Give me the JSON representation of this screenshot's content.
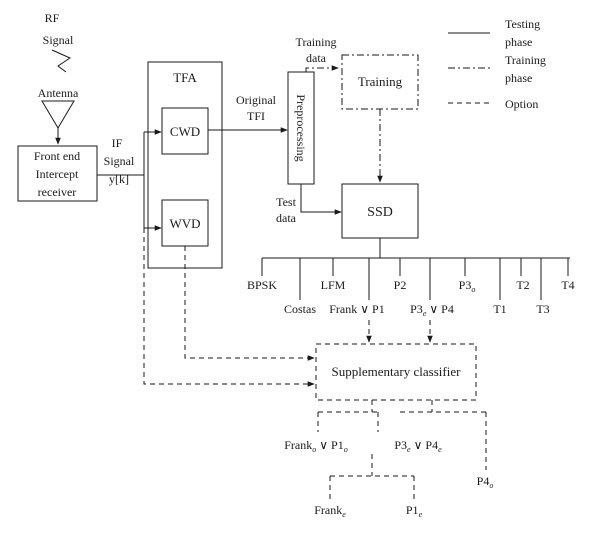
{
  "legend": {
    "testing": "Testing phase",
    "training": "Training phase",
    "option": "Option"
  },
  "input": {
    "rf_line1": "RF",
    "rf_line2": "Signal",
    "antenna": "Antenna",
    "frontend_line1": "Front end",
    "frontend_line2": "Intercept",
    "frontend_line3": "receiver",
    "if_line1": "IF",
    "if_line2": "Signal",
    "if_line3": "y[k]"
  },
  "tfa": {
    "title": "TFA",
    "cwd": "CWD",
    "wvd": "WVD"
  },
  "labels": {
    "original_line1": "Original",
    "original_line2": "TFI",
    "training_data_line1": "Training",
    "training_data_line2": "data",
    "test_data_line1": "Test",
    "test_data_line2": "data"
  },
  "preprocessing": "Preprocessing",
  "training": "Training",
  "ssd": "SSD",
  "classes": {
    "bpsk": "BPSK",
    "costas": "Costas",
    "lfm": "LFM",
    "frank_p1_a": "Frank",
    "frank_p1_or": "∨",
    "frank_p1_b": "P1",
    "p2": "P2",
    "p3o_main": "P3",
    "p3o_sub": "o",
    "p3e_p4_a": "P3",
    "p3e_p4_sub": "e",
    "p3e_p4_or": "∨",
    "p3e_p4_b": "P4",
    "t1": "T1",
    "t2": "T2",
    "t3": "T3",
    "t4": "T4"
  },
  "supplementary": "Supplementary classifier",
  "outputs": {
    "frank_o_p1_o": {
      "a": "Frank",
      "a_sub": "o",
      "or": "∨",
      "b": "P1",
      "b_sub": "o"
    },
    "p3e_p4e": {
      "a": "P3",
      "a_sub": "e",
      "or": "∨",
      "b": "P4",
      "b_sub": "e"
    },
    "p4o": {
      "a": "P4",
      "a_sub": "o"
    },
    "frank_e": {
      "a": "Frank",
      "a_sub": "e"
    },
    "p1e": {
      "a": "P1",
      "a_sub": "e"
    }
  }
}
